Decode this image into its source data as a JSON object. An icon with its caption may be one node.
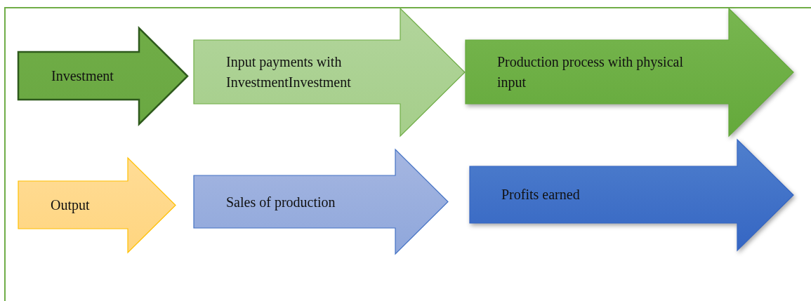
{
  "diagram": {
    "nodes": [
      {
        "text": [
          "Investment"
        ]
      },
      {
        "text": [
          "Input payments with InvestmentInvestment"
        ]
      },
      {
        "text": [
          "Production process with physical input"
        ]
      },
      {
        "text": [
          "Output"
        ]
      },
      {
        "text": [
          "Sales of production"
        ]
      },
      {
        "text": [
          "Profits earned"
        ]
      }
    ]
  }
}
